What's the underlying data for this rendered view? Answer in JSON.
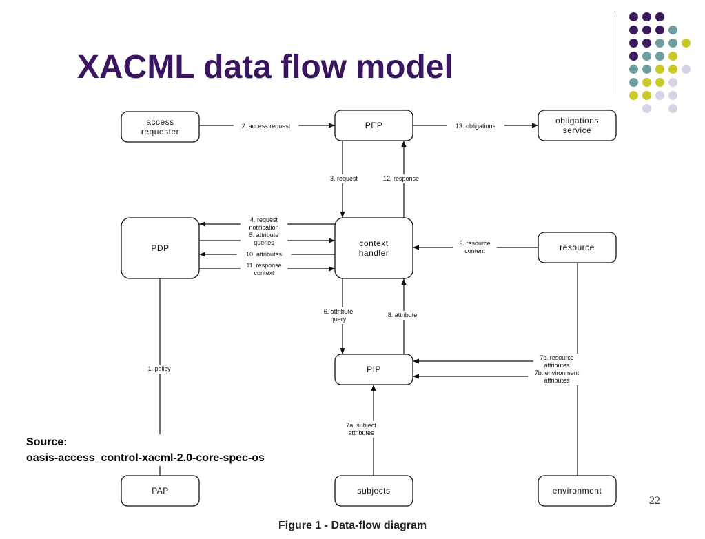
{
  "slide": {
    "title": "XACML data flow model",
    "source_line1": "Source:",
    "source_line2": "oasis-access_control-xacml-2.0-core-spec-os",
    "page_number": "22",
    "caption": "Figure 1 - Data-flow diagram"
  },
  "decoration": {
    "dot_colors": {
      "purple": "#3b1a5e",
      "teal": "#6f9ea0",
      "yellow": "#c9c927",
      "lavender": "#d5d3e6"
    },
    "rule_color": "#9a9a9a"
  },
  "diagram": {
    "nodes": {
      "access_requester": [
        "access",
        "requester"
      ],
      "pep": [
        "PEP"
      ],
      "obligations_service": [
        "obligations",
        "service"
      ],
      "pdp": [
        "PDP"
      ],
      "context_handler": [
        "context",
        "handler"
      ],
      "resource": [
        "resource"
      ],
      "pip": [
        "PIP"
      ],
      "pap": [
        "PAP"
      ],
      "subjects": [
        "subjects"
      ],
      "environment": [
        "environment"
      ]
    },
    "edges": {
      "e1": [
        "1. policy"
      ],
      "e2": [
        "2. access request"
      ],
      "e3": [
        "3. request"
      ],
      "e4": [
        "4. request",
        "notification"
      ],
      "e5": [
        "5. attribute",
        "queries"
      ],
      "e6": [
        "6. attribute",
        "query"
      ],
      "e7a": [
        "7a. subject",
        "attributes"
      ],
      "e7b": [
        "7b. environment",
        "attributes"
      ],
      "e7c": [
        "7c. resource",
        "attributes"
      ],
      "e8": [
        "8. attribute"
      ],
      "e9": [
        "9. resource",
        "content"
      ],
      "e10": [
        "10. attributes"
      ],
      "e11": [
        "11. response",
        "context"
      ],
      "e12": [
        "12. response"
      ],
      "e13": [
        "13. obligations"
      ]
    }
  }
}
